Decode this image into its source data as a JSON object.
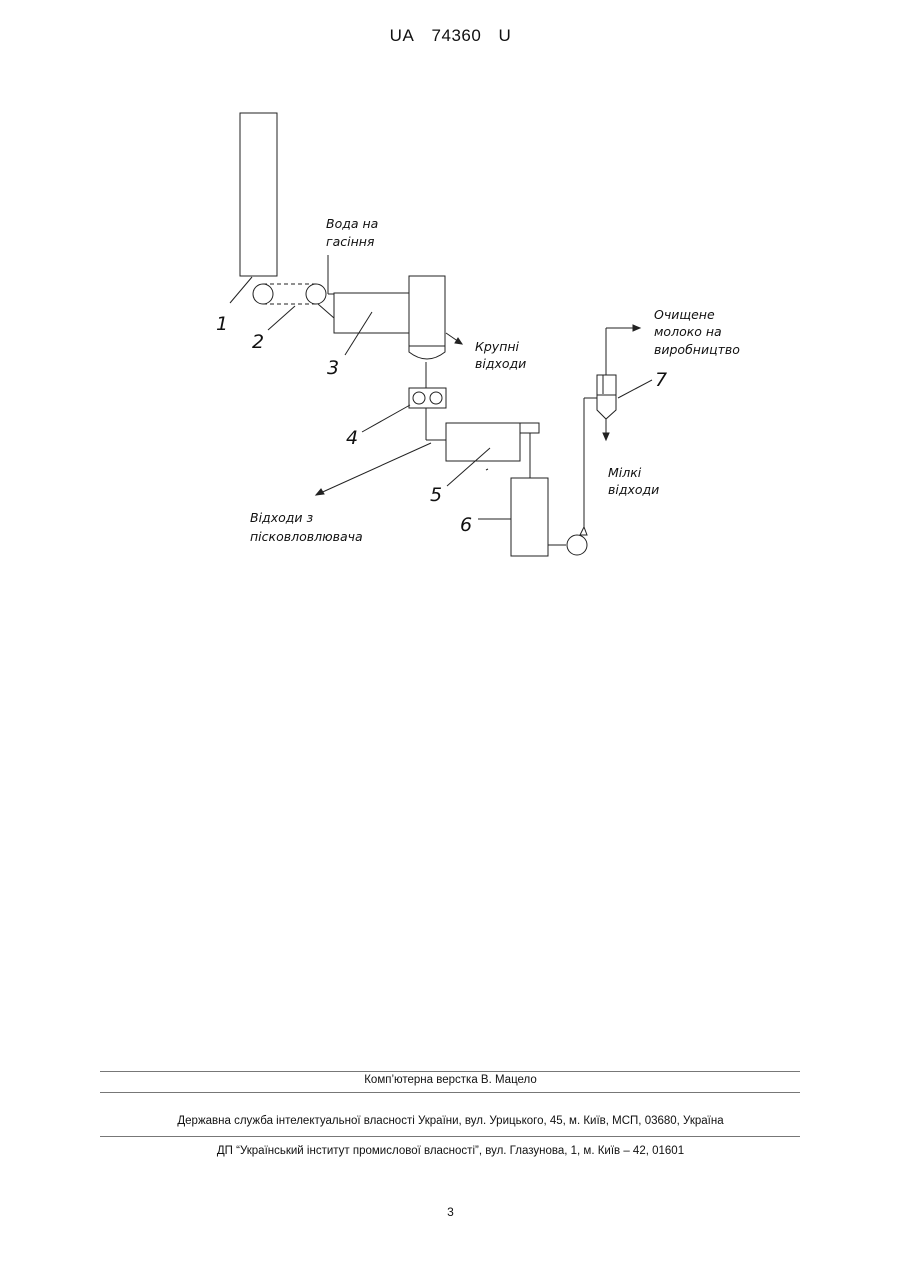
{
  "header": {
    "country": "UA",
    "number": "74360",
    "kind": "U"
  },
  "diagram": {
    "labels": {
      "water_line1": "Вода на",
      "water_line2": "гасіння",
      "coarse_line1": "Крупні",
      "coarse_line2": "відходи",
      "clean_line1": "Очищене",
      "clean_line2": "молоко на",
      "clean_line3": "виробництво",
      "fine_line1": "Мілкі",
      "fine_line2": "відходи",
      "sand_line1": "Відходи з",
      "sand_line2": "пісковловлювача"
    },
    "numbers": {
      "n1": "1",
      "n2": "2",
      "n3": "3",
      "n4": "4",
      "n5": "5",
      "n6": "6",
      "n7": "7"
    }
  },
  "footer": {
    "layout": "Комп’ютерна верстка В. Мацело",
    "office": "Державна служба інтелектуальної власності України, вул. Урицького, 45, м. Київ, МСП, 03680, Україна",
    "institute": "ДП “Український інститут промислової власності”, вул. Глазунова, 1, м. Київ – 42, 01601",
    "page": "3"
  }
}
